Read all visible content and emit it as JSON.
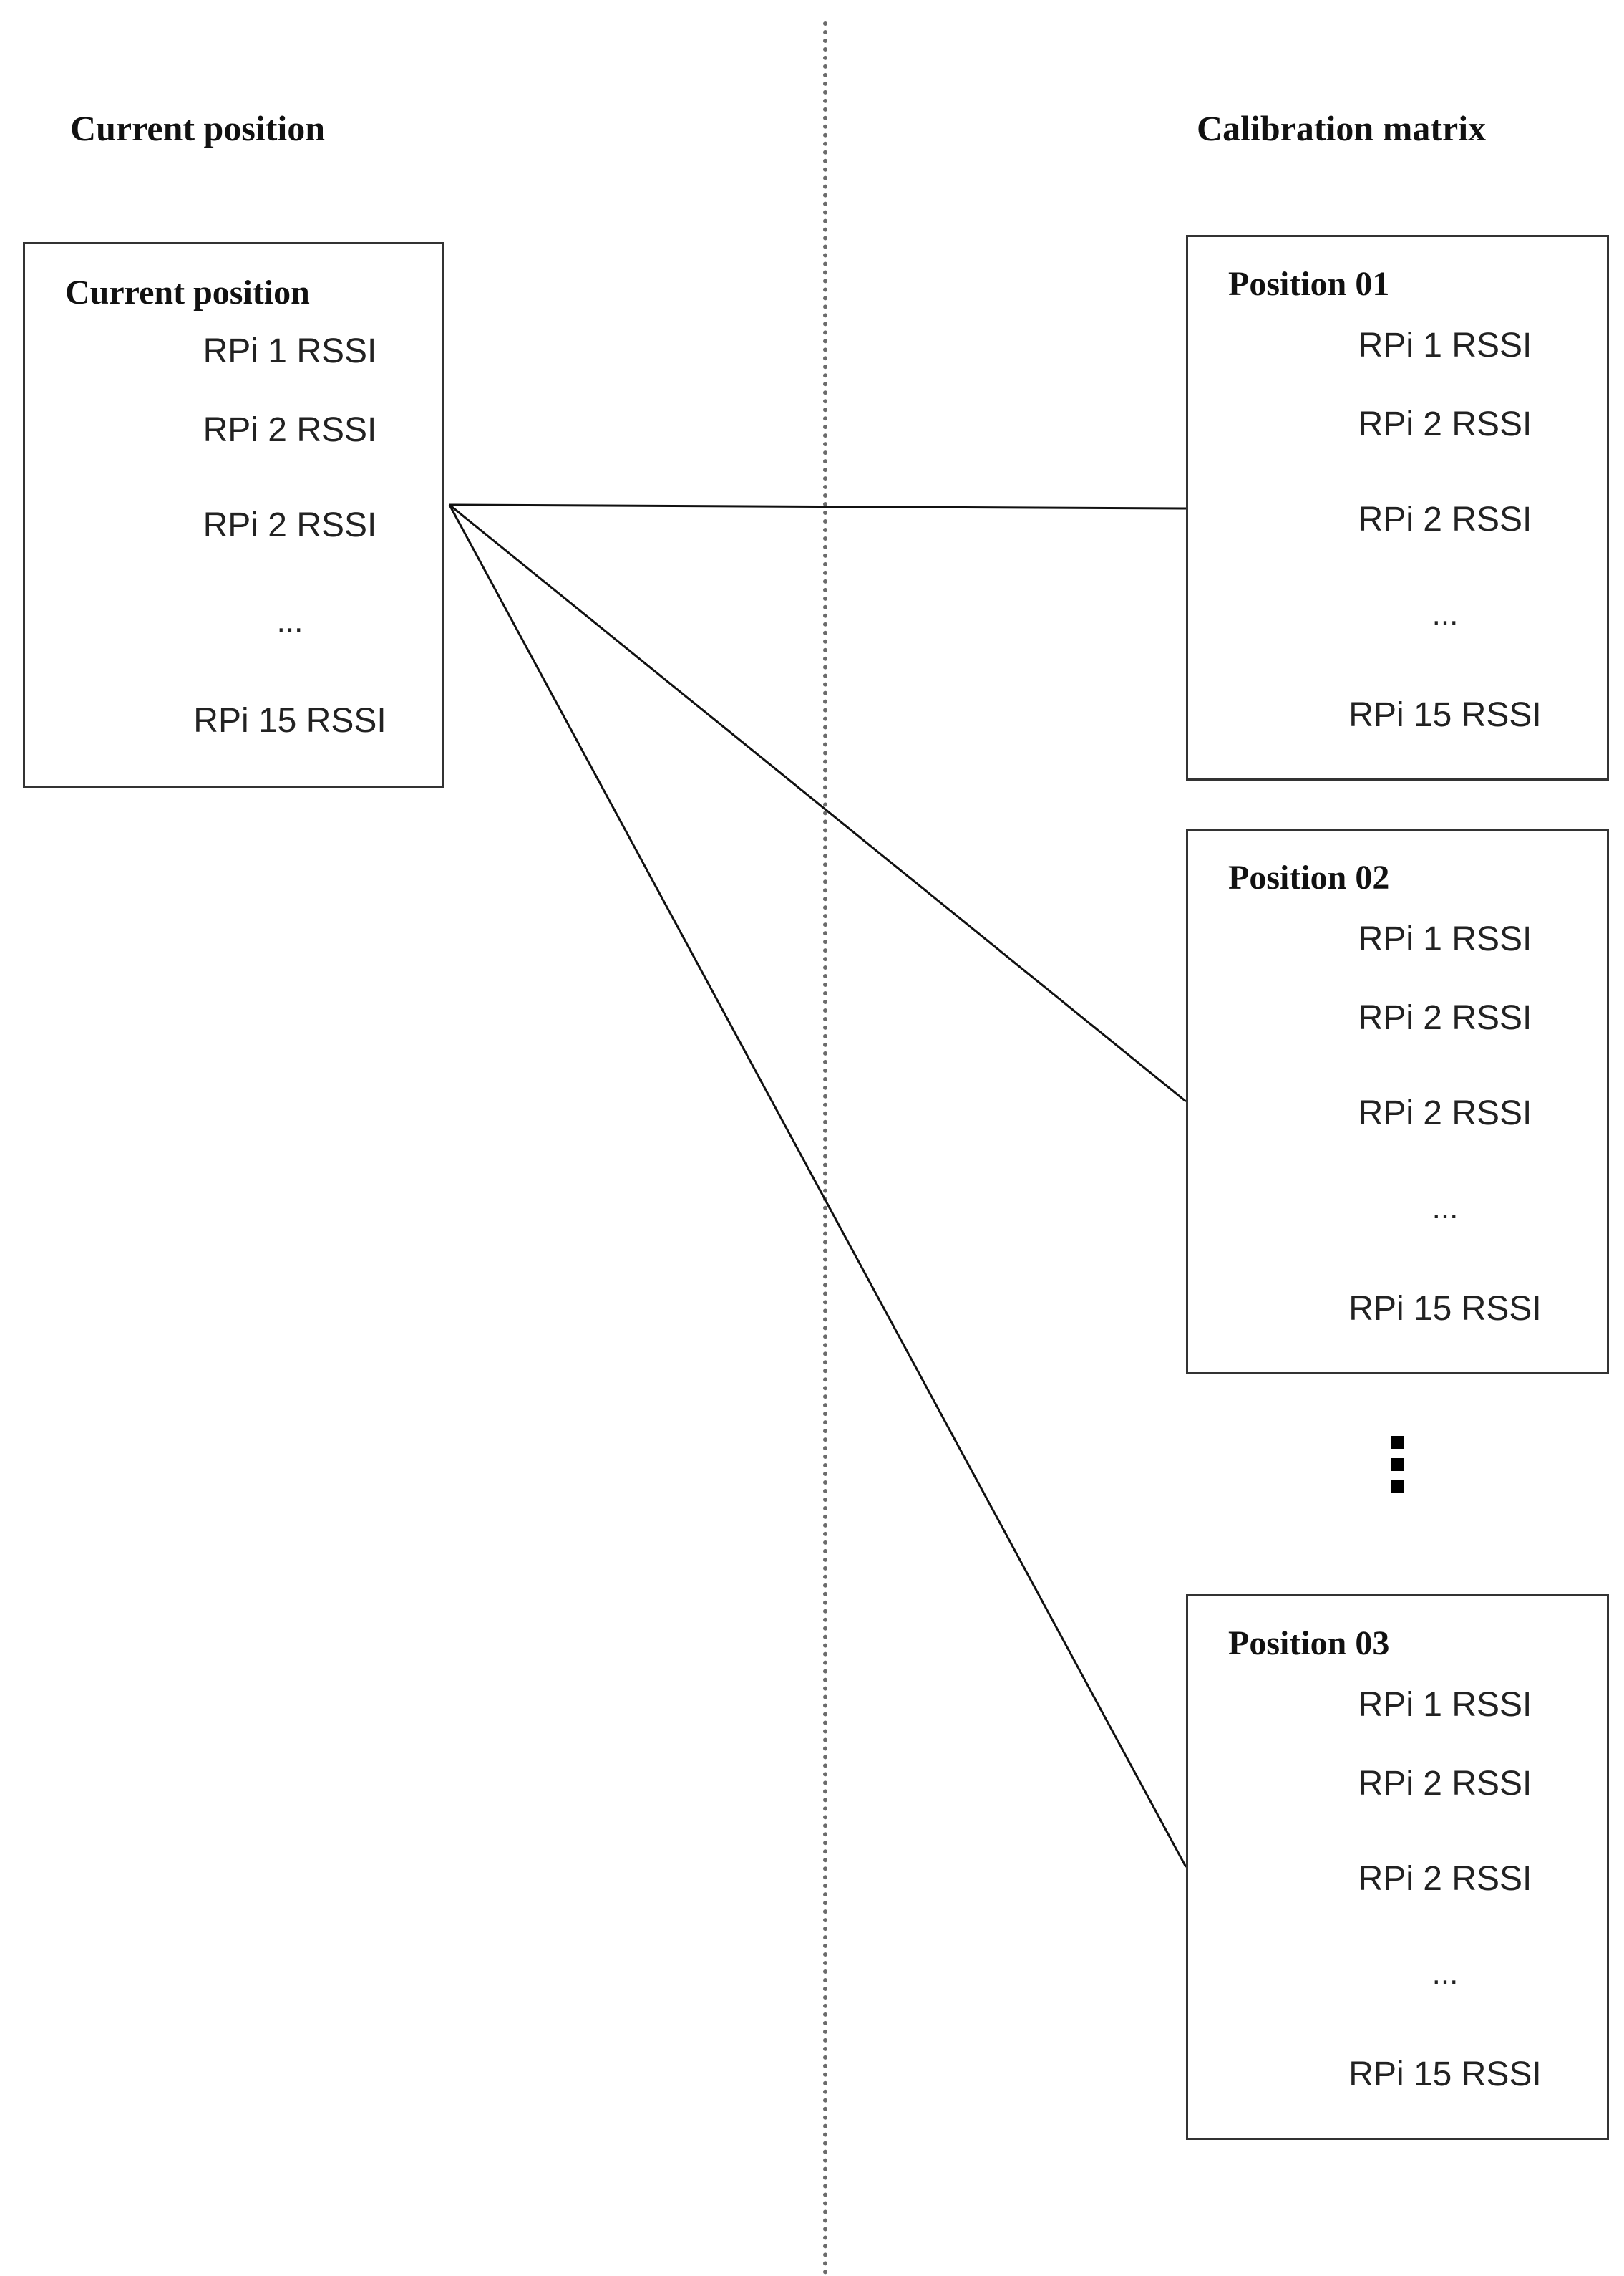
{
  "headings": {
    "left": "Current position",
    "right": "Calibration matrix"
  },
  "current": {
    "title": "Current position",
    "rows": [
      "RPi 1 RSSI",
      "RPi 2 RSSI",
      "RPi 2 RSSI",
      "...",
      "RPi 15 RSSI"
    ]
  },
  "positions": [
    {
      "title": "Position 01",
      "rows": [
        "RPi 1 RSSI",
        "RPi 2 RSSI",
        "RPi 2 RSSI",
        "...",
        "RPi 15 RSSI"
      ]
    },
    {
      "title": "Position 02",
      "rows": [
        "RPi 1 RSSI",
        "RPi 2 RSSI",
        "RPi 2 RSSI",
        "...",
        "RPi 15 RSSI"
      ]
    },
    {
      "title": "Position 03",
      "rows": [
        "RPi 1 RSSI",
        "RPi 2 RSSI",
        "RPi 2 RSSI",
        "...",
        "RPi 15 RSSI"
      ]
    }
  ],
  "colors": {
    "line": "#111111",
    "box_border": "#333333",
    "divider": "#6b6b6b"
  }
}
